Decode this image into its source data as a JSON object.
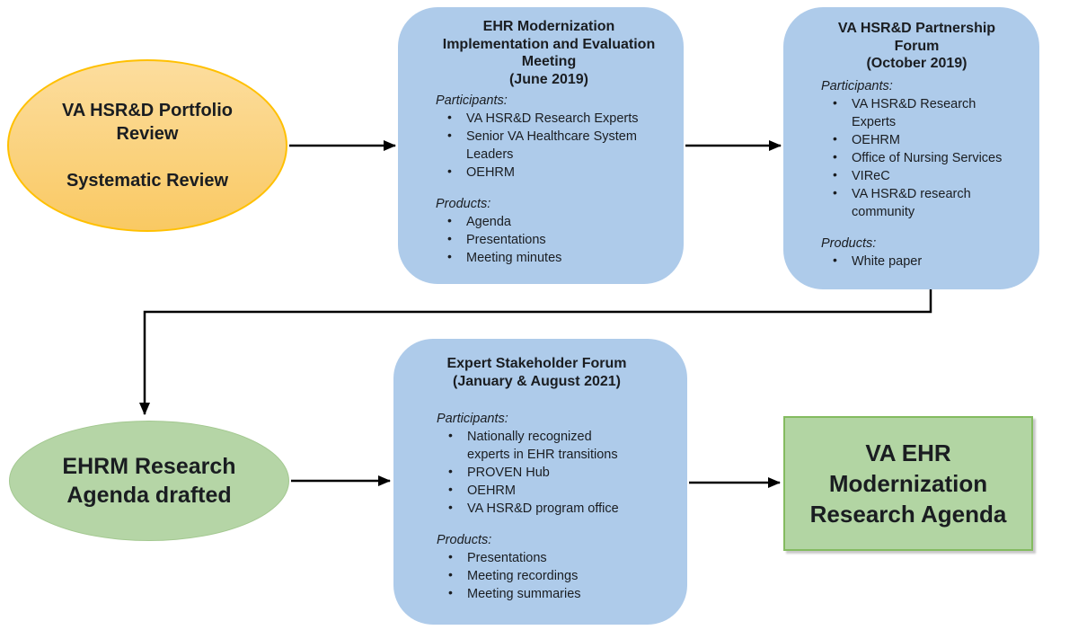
{
  "colors": {
    "blue_box_fill": "#AECBEA",
    "orange_fill_top": "#FCDD9E",
    "orange_fill_bottom": "#F9C963",
    "orange_border": "#FFC000",
    "green_ellipse_fill": "#B5D5A6",
    "green_rect_fill": "#B2D5A3",
    "green_rect_border": "#84BB60",
    "arrow_color": "#000000",
    "text_color": "#1A1D21"
  },
  "nodes": {
    "portfolio": {
      "line1": "VA HSR&D Portfolio Review",
      "line2": "Systematic Review"
    },
    "implementation_meeting": {
      "title": "EHR Modernization Implementation and Evaluation Meeting",
      "date": "(June 2019)",
      "participants_label": "Participants:",
      "participants": [
        "VA HSR&D  Research Experts",
        "Senior VA Healthcare System Leaders",
        "OEHRM"
      ],
      "products_label": "Products:",
      "products": [
        "Agenda",
        "Presentations",
        "Meeting minutes"
      ]
    },
    "partnership_forum": {
      "title": "VA HSR&D Partnership Forum",
      "date": "(October 2019)",
      "participants_label": "Participants:",
      "participants": [
        "VA HSR&D  Research Experts",
        "OEHRM",
        "Office of Nursing Services",
        "VIReC",
        "VA HSR&D  research community"
      ],
      "products_label": "Products:",
      "products": [
        "White paper"
      ]
    },
    "agenda_drafted": {
      "label": "EHRM Research Agenda drafted"
    },
    "stakeholder_forum": {
      "title": "Expert Stakeholder Forum",
      "date": "(January & August 2021)",
      "participants_label": "Participants:",
      "participants": [
        "Nationally recognized experts in EHR transitions",
        "PROVEN  Hub",
        "OEHRM",
        "VA HSR&D  program office"
      ],
      "products_label": "Products:",
      "products": [
        "Presentations",
        "Meeting recordings",
        "Meeting summaries"
      ]
    },
    "research_agenda": {
      "label": "VA EHR Modernization Research Agenda"
    }
  }
}
